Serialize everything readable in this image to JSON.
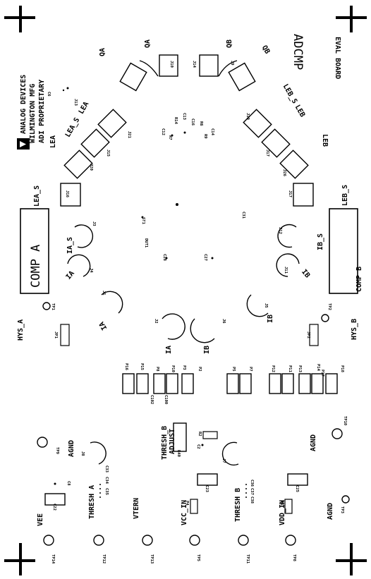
{
  "company": {
    "line1": "ANALOG DEVICES",
    "line2": "WILMINGTON MFG",
    "line3": "ADI PROPRIETARY"
  },
  "board": {
    "part": "ADCMP",
    "name": "EVAL BOARD",
    "comp_a": "COMP A",
    "comp_b": "COMP B"
  },
  "labels": {
    "lea": "LEA",
    "lea_s": "LEA_S",
    "lea_s_side": "LEA_S",
    "lea_mid": "LEA",
    "leb": "LEB",
    "leb_s": "LEB_S",
    "leb_s_side": "LEB_S",
    "leb_mid": "LEB",
    "qa": "QA",
    "qa_bar": "QA",
    "qb": "QB",
    "qb_bar": "QB",
    "ia": "IA",
    "ia_bar": "IA",
    "ia_s": "IA_S",
    "ia_j1": "IA",
    "ib": "IB",
    "ib_bar": "IB",
    "ib_s": "IB_S",
    "ib_j5": "IB",
    "hys_a": "HYS_A",
    "hys_b": "HYS_B",
    "thresh_b_adjust_1": "THRESH_B",
    "thresh_b_adjust_2": "ADJUST",
    "agnd_1": "AGND",
    "agnd_2": "AGND",
    "agnd_3": "AGND",
    "vee": "VEE",
    "thresh_a": "THRESH A",
    "vterm": "VTERN",
    "vcc_in": "VCC_IN",
    "thresh_b": "THRESH B",
    "vdd_in": "VDD_IN"
  },
  "refdes": {
    "j10": "J10",
    "j13": "J13",
    "j14": "J14",
    "j9": "J9",
    "j20": "J20",
    "j15": "J15",
    "j21": "J21",
    "j16": "J16",
    "j19": "J19",
    "j17b": "J17",
    "j26": "J26",
    "j18": "J18",
    "j17": "J17",
    "j3": "J3",
    "j4": "J4",
    "j1": "J1",
    "j2": "J2",
    "j6": "J6",
    "j5": "J5",
    "j12": "J12",
    "j11": "J11",
    "c12": "C12",
    "r14": "R14",
    "c13": "C13",
    "r6": "R6",
    "r7": "R7",
    "c16": "C16",
    "r9": "R9",
    "c14": "C14",
    "c31": "C31",
    "st1": "ST1",
    "dut1": "DUT1",
    "c28": "C28",
    "c27": "C27",
    "c6": "C6",
    "p16": "P16",
    "p15": "P15",
    "p8": "P8",
    "p10": "P10",
    "p3": "P3",
    "p2": "P2",
    "p5": "P5",
    "p7": "P7",
    "p12": "P12",
    "p11": "P11",
    "p13": "P13",
    "p14": "P14",
    "p17": "P17",
    "p18": "P18",
    "c102": "C102",
    "c100": "C100",
    "r40": "R40",
    "r2": "R2",
    "c2": "C2",
    "j8": "J8",
    "j7": "J7",
    "c22": "C22",
    "c8": "C8",
    "c33": "C33",
    "c34": "C34",
    "c35": "C35",
    "c36": "C36",
    "c37": "C37",
    "c38": "C38",
    "c23": "C23",
    "c25": "C25",
    "p4": "P4",
    "p6": "P6",
    "jp1": "JP1",
    "jp2": "JP2",
    "tp1": "TP1",
    "tp2": "TP2",
    "tp9": "TP9",
    "tp10": "TP10",
    "tp3": "TP3",
    "tp14": "TP14",
    "tp12": "TP12",
    "tp13": "TP13",
    "tp5": "TP5",
    "tp11": "TP11",
    "tp8": "TP8"
  }
}
